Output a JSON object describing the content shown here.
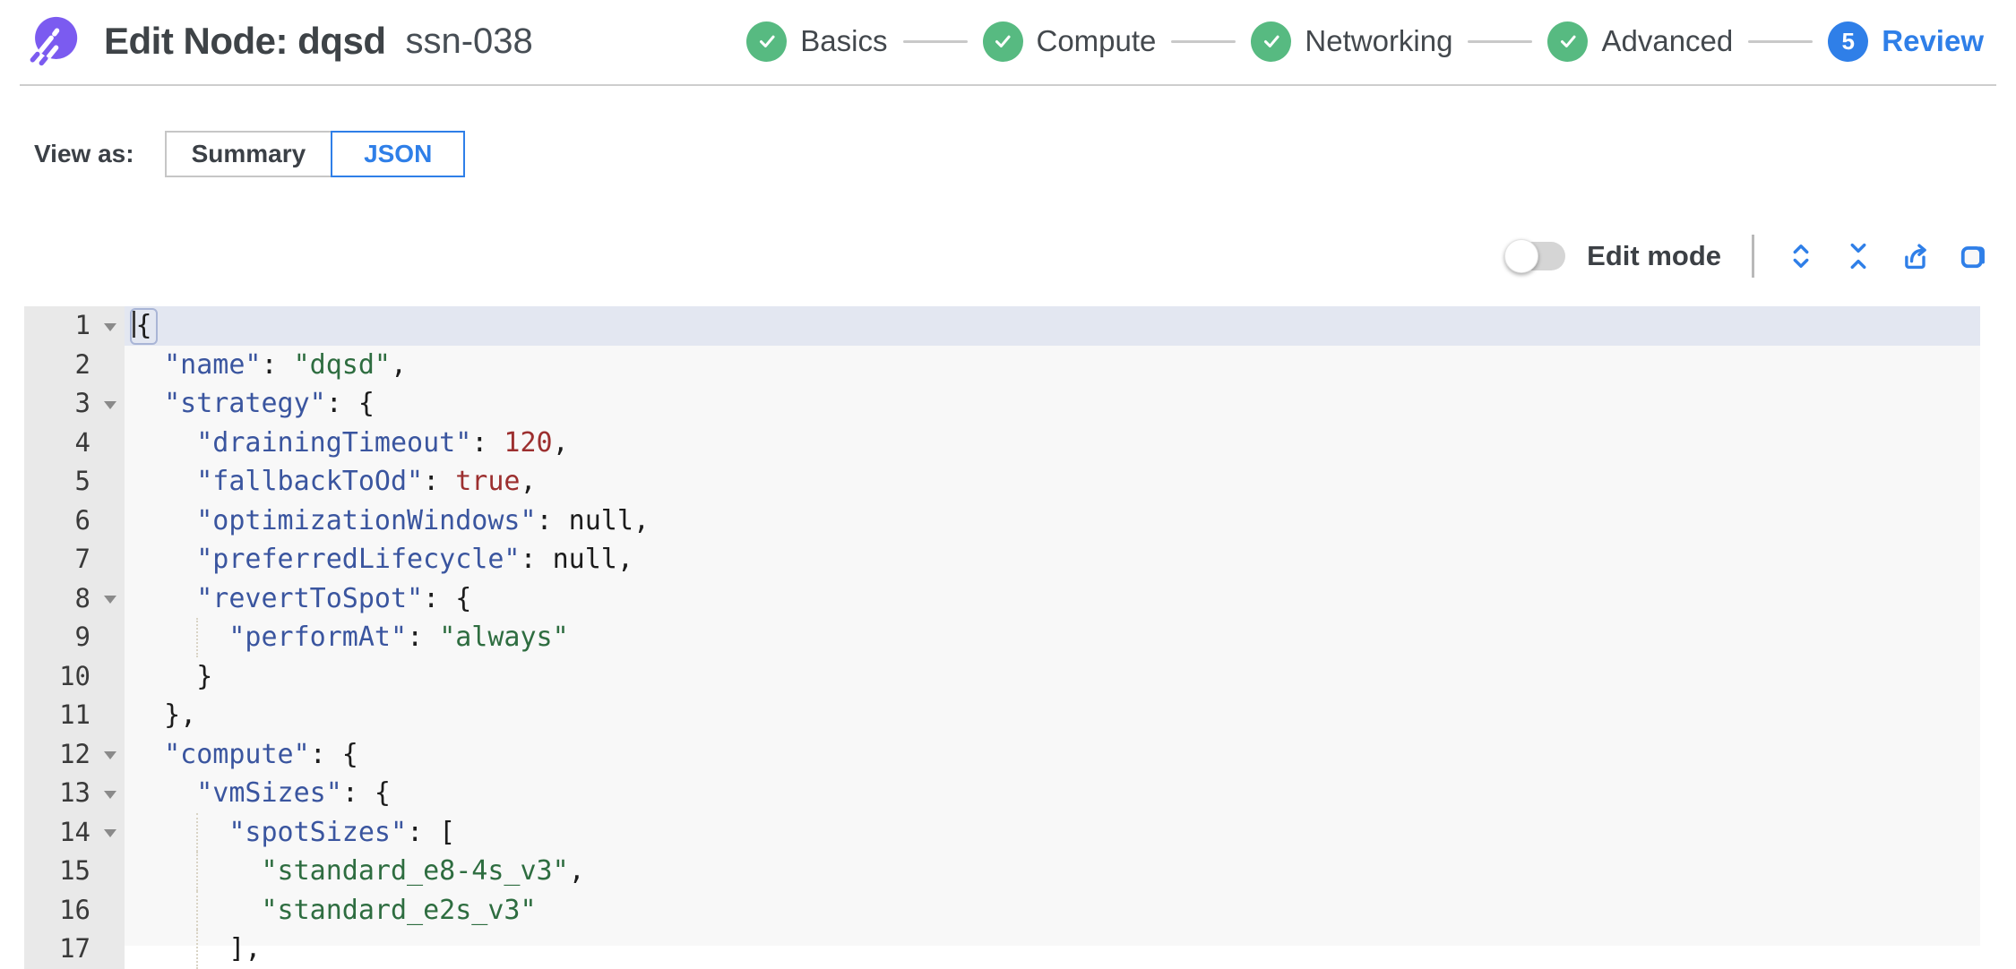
{
  "theme": {
    "accent": "#2f7fe8",
    "done": "#57ba81",
    "logo_purple": "#7b5bf0",
    "active_line": "#e3e7f1",
    "c_key": "#3a559f",
    "c_str": "#2e6d40",
    "c_num": "#9c2f2f"
  },
  "header": {
    "title": "Edit Node: dqsd",
    "subtitle": "ssn-038"
  },
  "stepper": {
    "steps": [
      {
        "label": "Basics",
        "state": "done"
      },
      {
        "label": "Compute",
        "state": "done"
      },
      {
        "label": "Networking",
        "state": "done"
      },
      {
        "label": "Advanced",
        "state": "done"
      },
      {
        "label": "Review",
        "state": "current",
        "number": "5"
      }
    ]
  },
  "view_as": {
    "label": "View as:",
    "options": [
      {
        "label": "Summary",
        "selected": false
      },
      {
        "label": "JSON",
        "selected": true
      }
    ]
  },
  "toolbar": {
    "edit_mode_label": "Edit mode",
    "edit_mode_on": false,
    "icons": [
      "expand-all-icon",
      "collapse-all-icon",
      "export-icon",
      "copy-icon"
    ]
  },
  "editor": {
    "lines": [
      {
        "n": 1,
        "indent": 0,
        "fold": true,
        "active": true,
        "tokens": [
          {
            "t": "punc",
            "v": "{"
          }
        ]
      },
      {
        "n": 2,
        "indent": 1,
        "tokens": [
          {
            "t": "key",
            "v": "\"name\""
          },
          {
            "t": "punc",
            "v": ": "
          },
          {
            "t": "str",
            "v": "\"dqsd\""
          },
          {
            "t": "punc",
            "v": ","
          }
        ]
      },
      {
        "n": 3,
        "indent": 1,
        "fold": true,
        "tokens": [
          {
            "t": "key",
            "v": "\"strategy\""
          },
          {
            "t": "punc",
            "v": ": {"
          }
        ]
      },
      {
        "n": 4,
        "indent": 2,
        "tokens": [
          {
            "t": "key",
            "v": "\"drainingTimeout\""
          },
          {
            "t": "punc",
            "v": ": "
          },
          {
            "t": "num",
            "v": "120"
          },
          {
            "t": "punc",
            "v": ","
          }
        ]
      },
      {
        "n": 5,
        "indent": 2,
        "tokens": [
          {
            "t": "key",
            "v": "\"fallbackToOd\""
          },
          {
            "t": "punc",
            "v": ": "
          },
          {
            "t": "kw",
            "v": "true"
          },
          {
            "t": "punc",
            "v": ","
          }
        ]
      },
      {
        "n": 6,
        "indent": 2,
        "tokens": [
          {
            "t": "key",
            "v": "\"optimizationWindows\""
          },
          {
            "t": "punc",
            "v": ": "
          },
          {
            "t": "nul",
            "v": "null"
          },
          {
            "t": "punc",
            "v": ","
          }
        ]
      },
      {
        "n": 7,
        "indent": 2,
        "tokens": [
          {
            "t": "key",
            "v": "\"preferredLifecycle\""
          },
          {
            "t": "punc",
            "v": ": "
          },
          {
            "t": "nul",
            "v": "null"
          },
          {
            "t": "punc",
            "v": ","
          }
        ]
      },
      {
        "n": 8,
        "indent": 2,
        "fold": true,
        "tokens": [
          {
            "t": "key",
            "v": "\"revertToSpot\""
          },
          {
            "t": "punc",
            "v": ": {"
          }
        ]
      },
      {
        "n": 9,
        "indent": 3,
        "tokens": [
          {
            "t": "key",
            "v": "\"performAt\""
          },
          {
            "t": "punc",
            "v": ": "
          },
          {
            "t": "str",
            "v": "\"always\""
          }
        ]
      },
      {
        "n": 10,
        "indent": 2,
        "tokens": [
          {
            "t": "punc",
            "v": "}"
          }
        ]
      },
      {
        "n": 11,
        "indent": 1,
        "tokens": [
          {
            "t": "punc",
            "v": "},"
          }
        ]
      },
      {
        "n": 12,
        "indent": 1,
        "fold": true,
        "tokens": [
          {
            "t": "key",
            "v": "\"compute\""
          },
          {
            "t": "punc",
            "v": ": {"
          }
        ]
      },
      {
        "n": 13,
        "indent": 2,
        "fold": true,
        "tokens": [
          {
            "t": "key",
            "v": "\"vmSizes\""
          },
          {
            "t": "punc",
            "v": ": {"
          }
        ]
      },
      {
        "n": 14,
        "indent": 3,
        "fold": true,
        "tokens": [
          {
            "t": "key",
            "v": "\"spotSizes\""
          },
          {
            "t": "punc",
            "v": ": ["
          }
        ]
      },
      {
        "n": 15,
        "indent": 4,
        "tokens": [
          {
            "t": "str",
            "v": "\"standard_e8-4s_v3\""
          },
          {
            "t": "punc",
            "v": ","
          }
        ]
      },
      {
        "n": 16,
        "indent": 4,
        "tokens": [
          {
            "t": "str",
            "v": "\"standard_e2s_v3\""
          }
        ]
      },
      {
        "n": 17,
        "indent": 3,
        "tokens": [
          {
            "t": "punc",
            "v": "],"
          }
        ]
      }
    ]
  }
}
